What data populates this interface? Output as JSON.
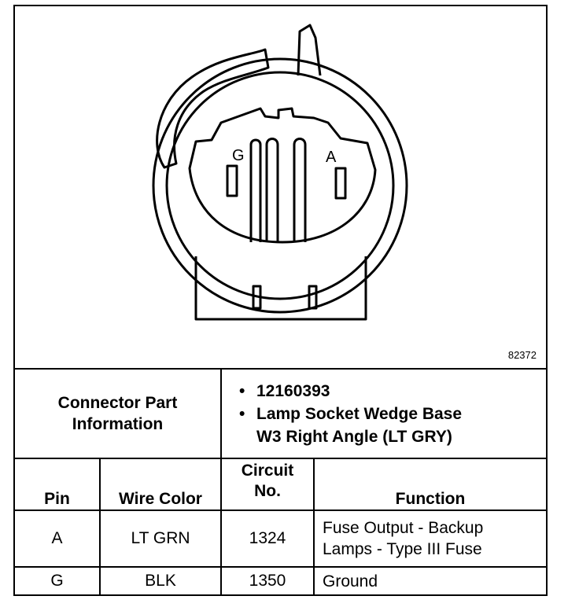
{
  "figure_id": "82372",
  "diagram": {
    "pin_labels": {
      "left": "G",
      "right": "A"
    }
  },
  "connector_info": {
    "label_line1": "Connector Part",
    "label_line2": "Information",
    "items": [
      "12160393",
      "Lamp Socket Wedge Base",
      "W3 Right Angle (LT GRY)"
    ]
  },
  "table": {
    "headers": {
      "pin": "Pin",
      "wire_color": "Wire Color",
      "circuit_line1": "Circuit",
      "circuit_line2": "No.",
      "function": "Function"
    },
    "rows": [
      {
        "pin": "A",
        "wire_color": "LT GRN",
        "circuit": "1324",
        "function_line1": "Fuse Output - Backup",
        "function_line2": "Lamps - Type III Fuse"
      },
      {
        "pin": "G",
        "wire_color": "BLK",
        "circuit": "1350",
        "function_line1": "Ground",
        "function_line2": ""
      }
    ]
  }
}
